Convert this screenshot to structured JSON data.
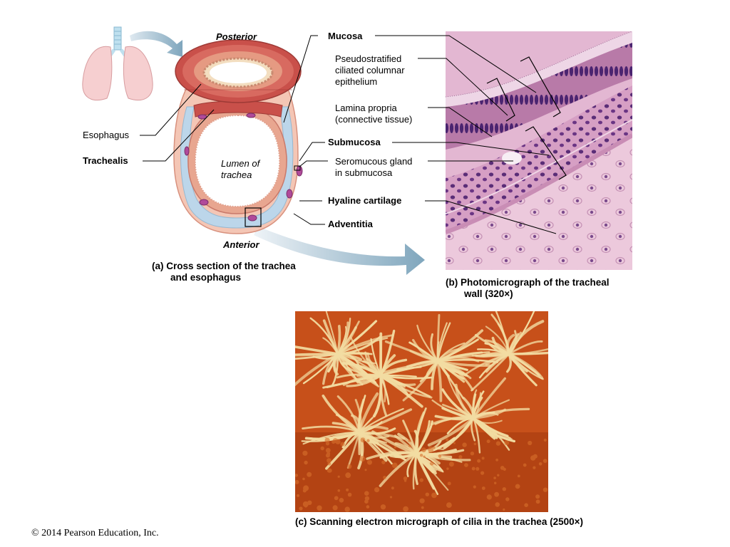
{
  "labels": {
    "posterior": "Posterior",
    "anterior": "Anterior",
    "esophagus": "Esophagus",
    "trachealis": "Trachealis",
    "lumen_line1": "Lumen of",
    "lumen_line2": "trachea",
    "mucosa": "Mucosa",
    "pseudo_line1": "Pseudostratified",
    "pseudo_line2": "ciliated columnar",
    "pseudo_line3": "epithelium",
    "lamina_line1": "Lamina propria",
    "lamina_line2": "(connective tissue)",
    "submucosa": "Submucosa",
    "seromucous_line1": "Seromucous gland",
    "seromucous_line2": "in submucosa",
    "hyaline": "Hyaline cartilage",
    "adventitia": "Adventitia"
  },
  "captions": {
    "a_line1": "(a) Cross section of the trachea",
    "a_line2": "and esophagus",
    "b_line1": "(b) Photomicrograph of the tracheal",
    "b_line2": "wall (320×)",
    "c": "(c) Scanning electron micrograph of cilia in the trachea (2500×)"
  },
  "copyright": "© 2014 Pearson Education, Inc.",
  "colors": {
    "cartilage": "#bcd6ea",
    "muscle": "#c9504a",
    "mucosa": "#e8a690",
    "histology_bg": "#e3b7d2",
    "nucleus": "#5a2d77",
    "arrow": "#7fa6bd",
    "cilia": "#f2dca2",
    "sem_bg": "#c7501a"
  }
}
